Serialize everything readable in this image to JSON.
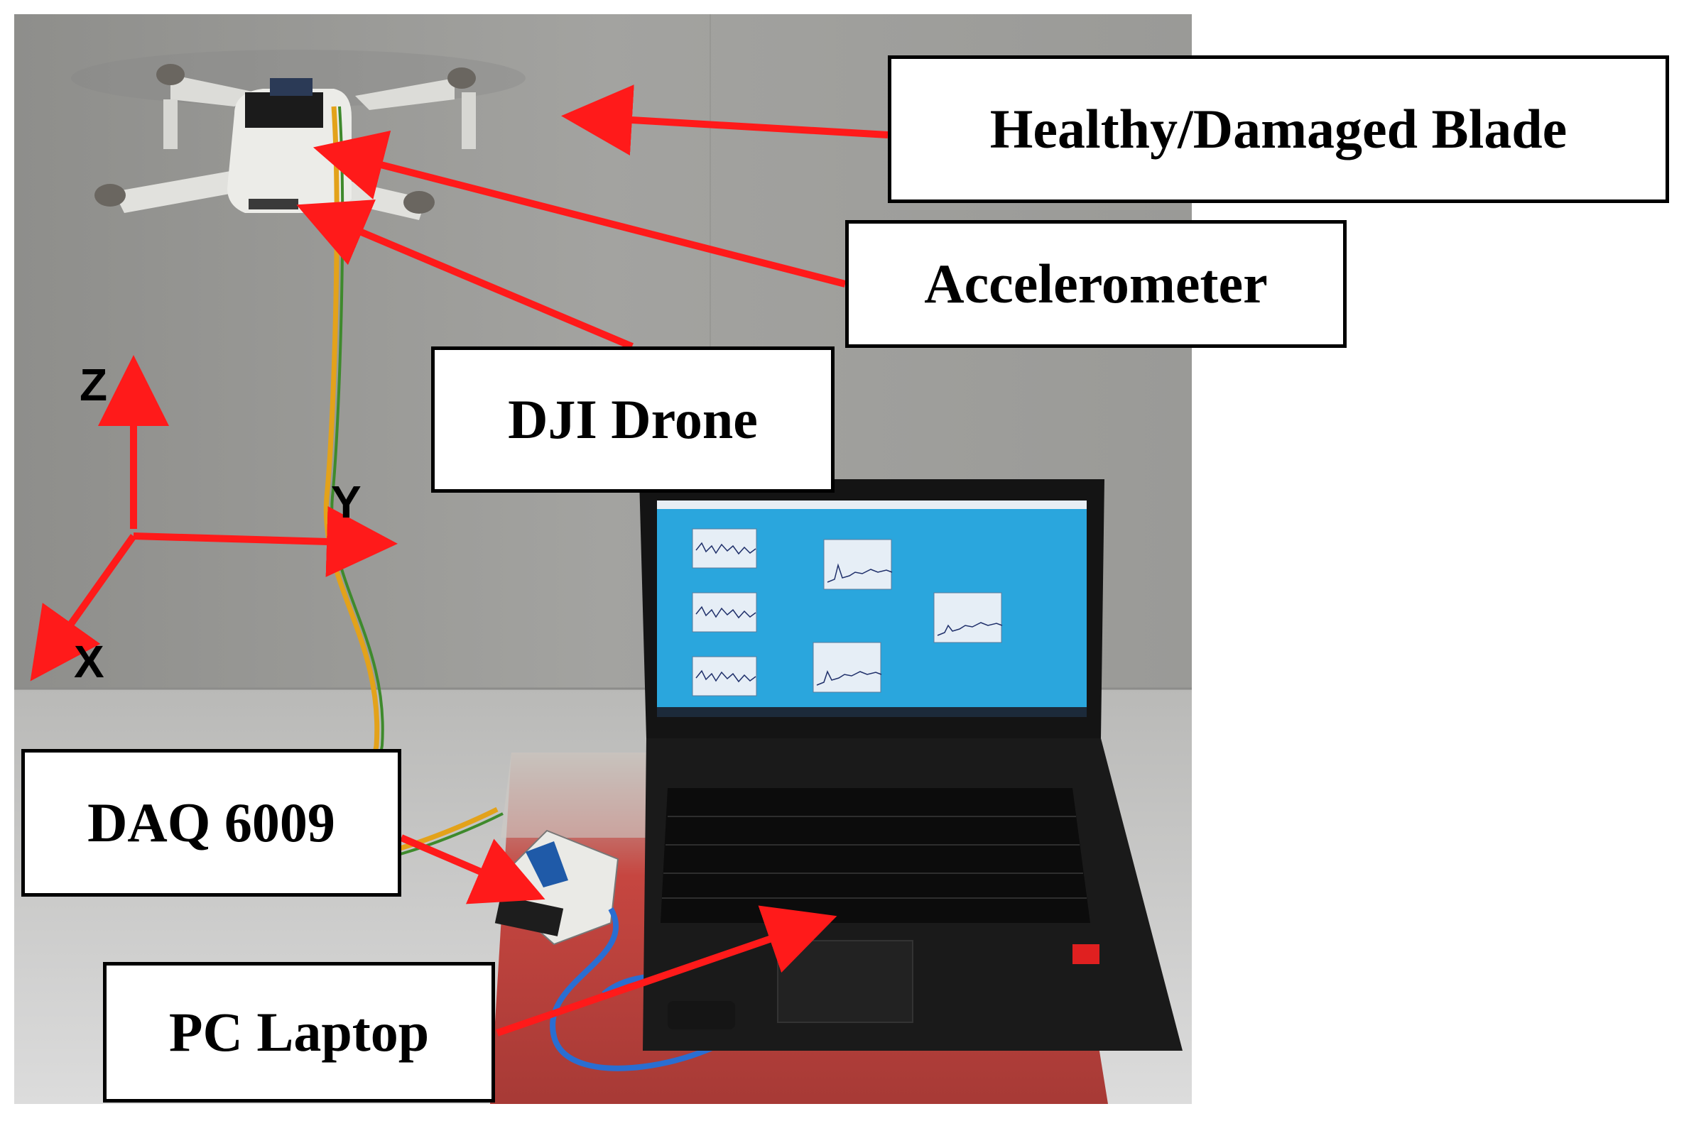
{
  "callouts": {
    "blade": "Healthy/Damaged Blade",
    "accelerometer": "Accelerometer",
    "drone": "DJI Drone",
    "daq": "DAQ 6009",
    "laptop": "PC Laptop"
  },
  "axes": {
    "z": "Z",
    "y": "Y",
    "x": "X"
  },
  "colors": {
    "arrow": "#ff1a1a",
    "wall": "#9d9d9a",
    "floor": "#cfcfcf",
    "screen": "#2aa6dd",
    "box": "#c94a45"
  }
}
